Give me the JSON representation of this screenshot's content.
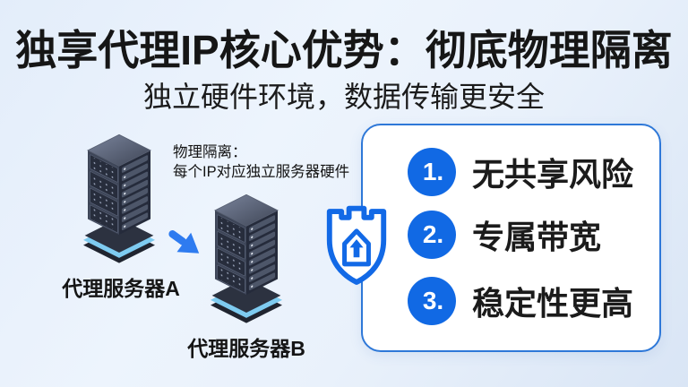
{
  "slide": {
    "title": "独享代理IP核心优势：彻底物理隔离",
    "subtitle": "独立硬件环境，数据传输更安全"
  },
  "diagram": {
    "annotation": {
      "line1": "物理隔离：",
      "line2": "每个IP对应独立服务器硬件"
    },
    "server_a": {
      "label": "代理服务器A"
    },
    "server_b": {
      "label": "代理服务器B"
    }
  },
  "benefits": {
    "items": [
      {
        "number": "1.",
        "label": "无共享风险"
      },
      {
        "number": "2.",
        "label": "专属带宽"
      },
      {
        "number": "3.",
        "label": "稳定性更高"
      }
    ]
  },
  "icons": {
    "shield": "shield-castle-security-icon",
    "server": "server-tower-icon",
    "arrow": "arrow-down-right-icon"
  },
  "colors": {
    "accent_blue": "#1169e4",
    "card_border_blue": "#2e78d8",
    "arrow_blue": "#2e7bf0",
    "server_base_glow": "#7ecbf0",
    "title_text": "#161616",
    "card_background": "#ffffff",
    "page_background_light": "#edf4fd",
    "page_background_dark": "#d9e5f5"
  }
}
